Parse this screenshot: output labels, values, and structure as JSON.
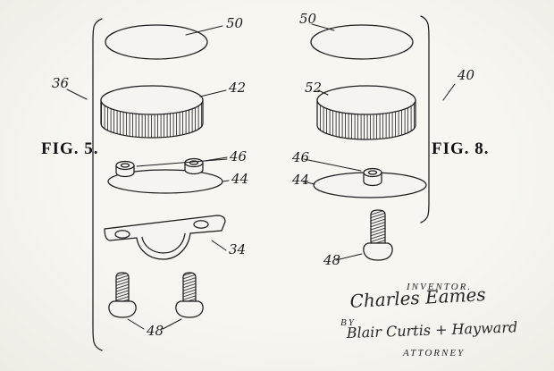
{
  "figures": {
    "fig5": {
      "title": "FIG. 5.",
      "assembly_ref": "36",
      "ref_top_disc": "50",
      "ref_cushion": "42",
      "ref_bosses": "46",
      "ref_plate": "44",
      "ref_clamp": "34",
      "ref_bolts": "48"
    },
    "fig8": {
      "title": "FIG. 8.",
      "assembly_ref": "40",
      "ref_top_disc": "50",
      "ref_cushion": "52",
      "ref_boss": "46",
      "ref_plate": "44",
      "ref_bolt": "48"
    }
  },
  "signature_block": {
    "inventor_heading": "INVENTOR.",
    "inventor_name": "Charles Eames",
    "by_label": "BY",
    "attorney_name": "Blair Curtis + Hayward",
    "attorney_heading": "ATTORNEY"
  },
  "colors": {
    "paper": "#f5f4f0",
    "ink": "#1c1c1c"
  }
}
